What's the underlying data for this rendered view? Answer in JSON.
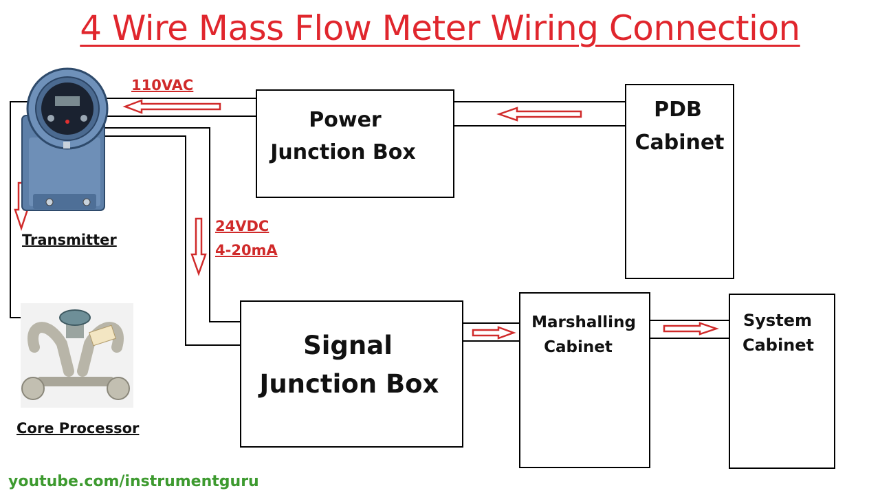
{
  "title": "4 Wire Mass Flow Meter Wiring Connection",
  "nodes": {
    "power_jb": [
      "Power",
      "Junction Box"
    ],
    "pdb": [
      "PDB",
      "Cabinet"
    ],
    "signal_jb": [
      "Signal",
      "Junction Box"
    ],
    "marshalling": [
      "Marshalling",
      "Cabinet"
    ],
    "system": [
      "System",
      "Cabinet"
    ]
  },
  "labels": {
    "power": "110VAC",
    "signal_voltage": "24VDC",
    "signal_current": "4-20mA",
    "transmitter": "Transmitter",
    "core_processor": "Core Processor"
  },
  "footer": "youtube.com/instrumentguru",
  "colors": {
    "title": "#e0262d",
    "arrow": "#d02a2a",
    "footer": "#3d9a2f",
    "device": "#5d7fa8"
  }
}
